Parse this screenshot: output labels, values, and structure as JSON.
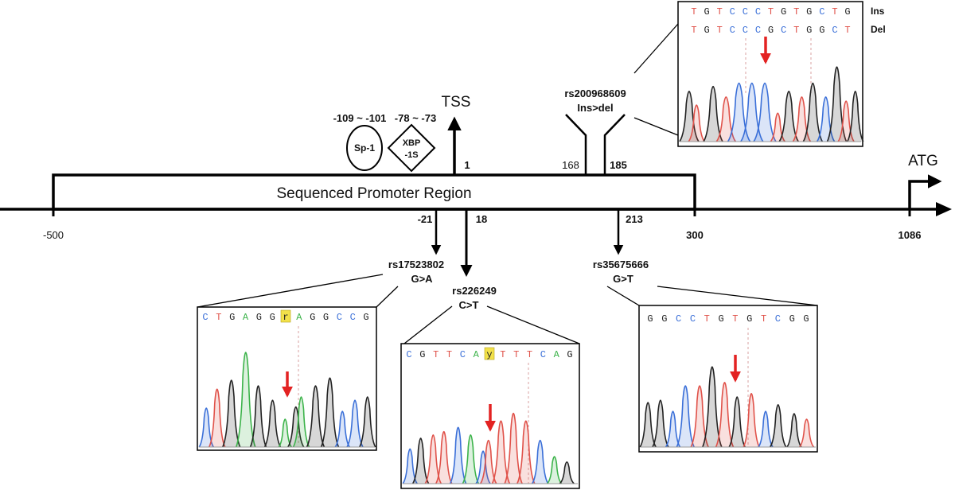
{
  "promoter": {
    "region_label": "Sequenced Promoter Region",
    "pos_start": "-500",
    "pos_end": "300",
    "pos_atg": "1086",
    "atg_label": "ATG",
    "tss_label": "TSS",
    "tss_pos": "1"
  },
  "binding_sites": [
    {
      "name": "Sp-1",
      "range": "-109 ~ -101",
      "shape": "ellipse"
    },
    {
      "name_line1": "XBP",
      "name_line2": "-1S",
      "range": "-78 ~ -73",
      "shape": "diamond"
    }
  ],
  "variants": {
    "indel": {
      "id": "rs200968609",
      "change": "Ins>del",
      "pos_a": "168",
      "pos_b": "185"
    },
    "v1": {
      "id": "rs17523802",
      "change": "G>A",
      "pos": "-21"
    },
    "v2": {
      "id": "rs226249",
      "change": "C>T",
      "pos": "18"
    },
    "v3": {
      "id": "rs35675666",
      "change": "G>T",
      "pos": "213"
    }
  },
  "chromatograms": {
    "indel": {
      "row1": {
        "bases": [
          "T",
          "G",
          "T",
          "C",
          "C",
          "C",
          "T",
          "G",
          "T",
          "G",
          "C",
          "T",
          "G"
        ],
        "label": "Ins"
      },
      "row2": {
        "bases": [
          "T",
          "G",
          "T",
          "C",
          "C",
          "C",
          "G",
          "C",
          "T",
          "G",
          "G",
          "C",
          "T"
        ],
        "label": "Del"
      }
    },
    "c1": {
      "bases": [
        "C",
        "T",
        "G",
        "A",
        "G",
        "G",
        "r",
        "A",
        "G",
        "G",
        "C",
        "C",
        "G"
      ],
      "highlight": 6
    },
    "c2": {
      "bases": [
        "C",
        "G",
        "T",
        "T",
        "C",
        "A",
        "y",
        "T",
        "T",
        "T",
        "C",
        "A",
        "G"
      ],
      "highlight": 6
    },
    "c3": {
      "bases": [
        "G",
        "G",
        "C",
        "C",
        "T",
        "G",
        "T",
        "G",
        "T",
        "C",
        "G",
        "G"
      ],
      "highlight": -1
    }
  },
  "colors": {
    "A": "#3cb34a",
    "C": "#3a6fd8",
    "G": "#222222",
    "T": "#e0524a",
    "highlight": "#f2e14a",
    "arrow": "#e32222"
  }
}
